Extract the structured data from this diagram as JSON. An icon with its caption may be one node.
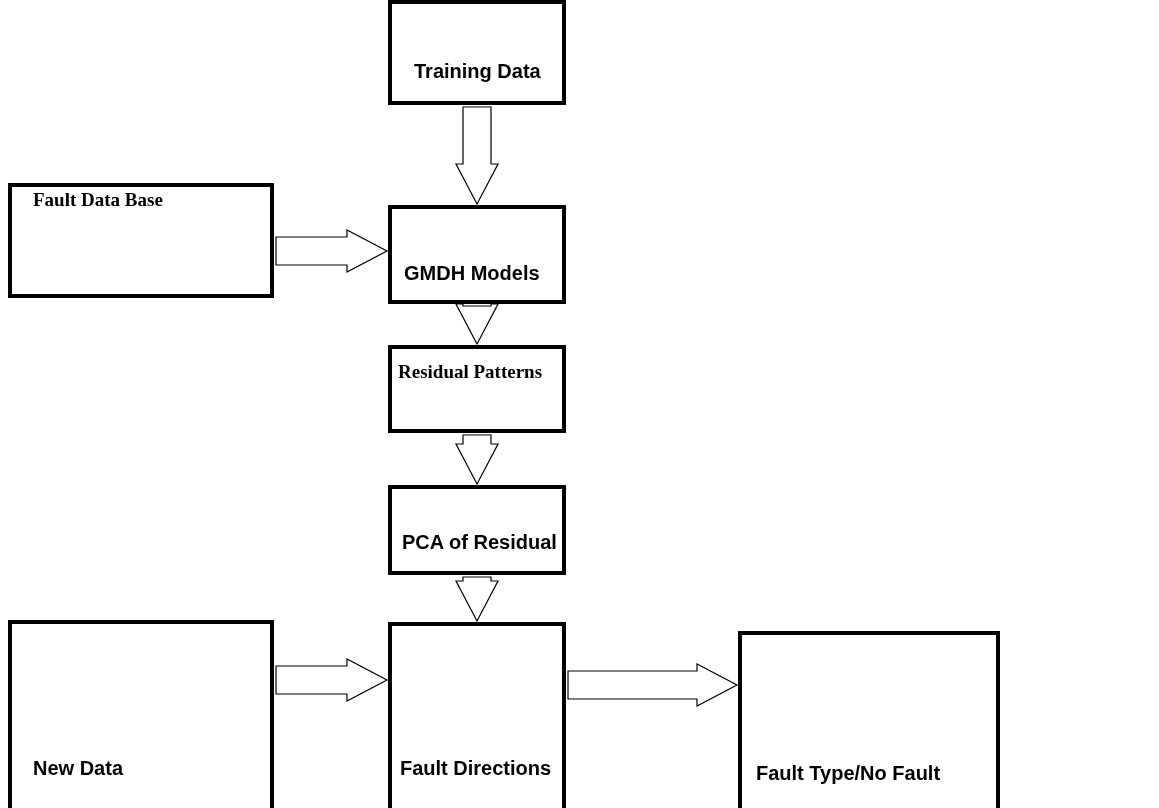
{
  "diagram": {
    "nodes": [
      {
        "text": [
          "Training Data"
        ]
      },
      {
        "text": [
          "Fault Data Base"
        ]
      },
      {
        "text": [
          "GMDH Models"
        ]
      },
      {
        "text": [
          "Residual Patterns"
        ]
      },
      {
        "text": [
          "PCA of Residual"
        ]
      },
      {
        "text": [
          "New Data"
        ]
      },
      {
        "text": [
          "Fault Directions"
        ]
      },
      {
        "text": [
          "Fault Type/No Fault"
        ]
      }
    ],
    "edges": [
      {
        "from": 0,
        "to": 2,
        "arrow": "to"
      },
      {
        "from": 1,
        "to": 2,
        "arrow": "to"
      },
      {
        "from": 2,
        "to": 3,
        "arrow": "to"
      },
      {
        "from": 3,
        "to": 4,
        "arrow": "to"
      },
      {
        "from": 4,
        "to": 6,
        "arrow": "to"
      },
      {
        "from": 5,
        "to": 6,
        "arrow": "to"
      },
      {
        "from": 6,
        "to": 7,
        "arrow": "to"
      }
    ]
  }
}
